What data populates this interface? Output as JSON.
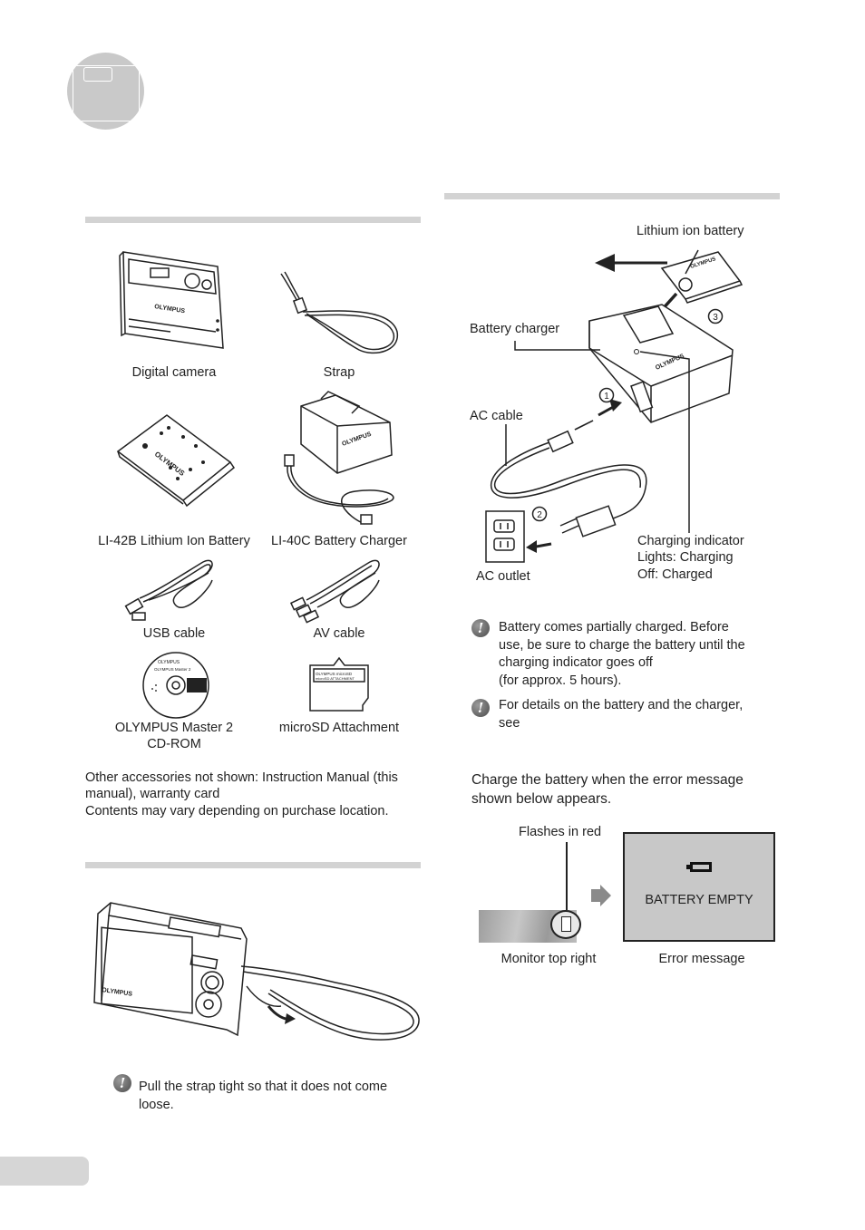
{
  "items": {
    "digital_camera": "Digital camera",
    "strap": "Strap",
    "battery": "LI-42B Lithium Ion Battery",
    "charger": "LI-40C Battery Charger",
    "usb_cable": "USB cable",
    "av_cable": "AV cable",
    "cdrom_line1": "OLYMPUS Master 2",
    "cdrom_line2": "CD-ROM",
    "microsd": "microSD Attachment",
    "other_line1": "Other accessories not shown: Instruction Manual (this",
    "other_line2": "manual), warranty card",
    "other_line3": "Contents may vary depending on purchase location."
  },
  "strap_note": {
    "line1": "Pull the strap tight so that it does not come",
    "line2": "loose."
  },
  "charging": {
    "lithium_label": "Lithium ion battery",
    "charger_label": "Battery charger",
    "ac_cable_label": "AC cable",
    "ac_outlet_label": "AC outlet",
    "indicator_line1": "Charging indicator",
    "indicator_line2": "Lights: Charging",
    "indicator_line3": "Off: Charged",
    "step1": "1",
    "step2": "2",
    "step3": "3",
    "brand": "OLYMPUS"
  },
  "notes": {
    "n1_line1": "Battery comes partially charged. Before",
    "n1_line2": "use, be sure to charge the battery until the",
    "n1_line3": "charging indicator goes off",
    "n1_line4": "(for approx. 5 hours).",
    "n2_line1": "For details on the battery and the charger,",
    "n2_line2": "see"
  },
  "when_charge": {
    "line1": "Charge the battery when the error message",
    "line2": "shown below appears."
  },
  "error_fig": {
    "flashes": "Flashes in red",
    "monitor": "Monitor top right",
    "error_label": "Error message",
    "battery_empty": "BATTERY EMPTY"
  },
  "colors": {
    "section_bar": "#d3d3d3",
    "screen_bg": "#c8c8c8",
    "page_tab": "#d6d6d6"
  }
}
